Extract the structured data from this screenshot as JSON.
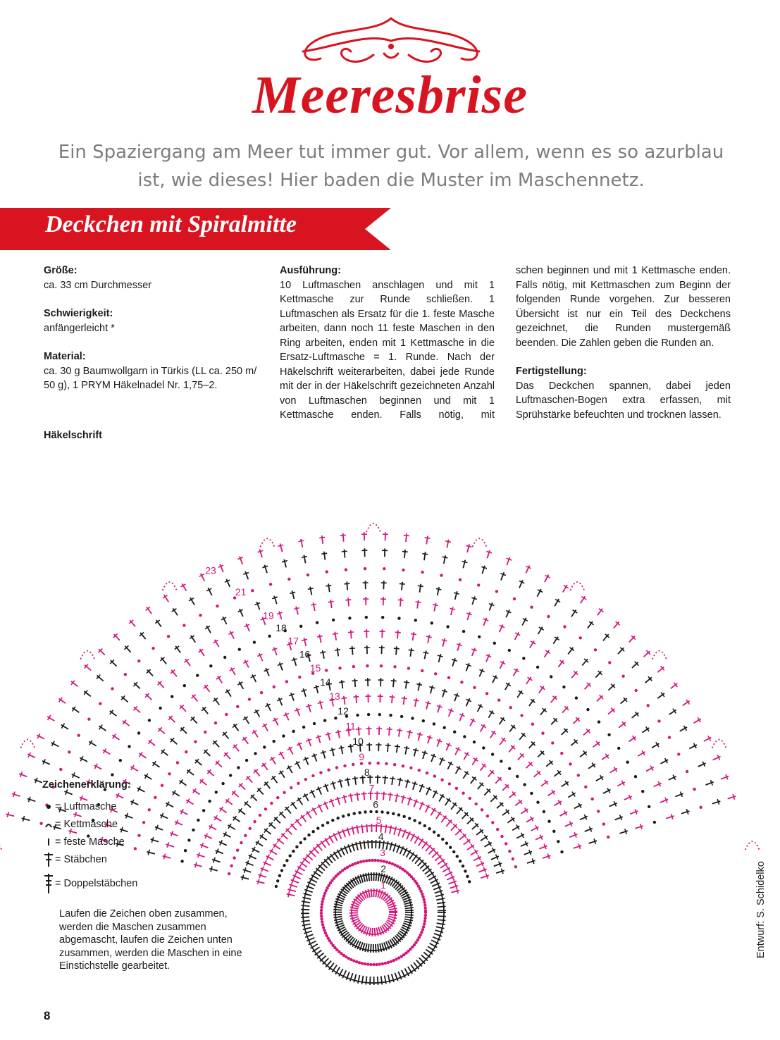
{
  "title": "Meeresbrise",
  "intro": "Ein Spaziergang am Meer tut immer gut. Vor allem, wenn es so azurblau ist, wie dieses! Hier baden die Muster im Maschennetz.",
  "section_title": "Deckchen mit Spiralmitte",
  "details": {
    "size_label": "Größe:",
    "size_value": "ca. 33 cm Durchmesser",
    "difficulty_label": "Schwierigkeit:",
    "difficulty_value": "anfängerleicht *",
    "material_label": "Material:",
    "material_value": "ca. 30 g Baumwollgarn in Türkis (LL ca. 250 m/ 50 g), 1 PRYM Häkelnadel Nr. 1,75–2."
  },
  "instructions": {
    "execution_label": "Ausführung:",
    "execution_text": "10 Luftmaschen anschlagen und mit 1 Kettmasche zur Runde schließen. 1 Luftmaschen als Ersatz für die 1. feste Masche arbeiten, dann noch 11 feste Maschen in den Ring arbeiten, enden mit 1 Kettmasche in die Ersatz-Luftmasche = 1. Runde. Nach der Häkelschrift weiterarbeiten, dabei jede Runde mit der in der Häkelschrift gezeichneten Anzahl von Luftmaschen beginnen und mit 1 Kettmasche enden. Falls nötig, mit Kettmaschen zum Beginn der folgenden Runde vorgehen. Zur besseren Übersicht ist nur ein Teil des Deckchens gezeichnet, die Runden mustergemäß beenden. Die Zahlen geben die Runden an.",
    "finishing_label": "Fertigstellung:",
    "finishing_text": "Das Deckchen spannen, dabei jeden Luftmaschen-Bogen extra erfassen, mit Sprühstärke befeuchten und trocknen lassen."
  },
  "diagram_label": "Häkelschrift",
  "round_numbers": [
    "1",
    "2",
    "3",
    "4",
    "5",
    "6",
    "7",
    "8",
    "9",
    "10",
    "11",
    "12",
    "13",
    "14",
    "15",
    "16",
    "17",
    "18",
    "19",
    "21",
    "23"
  ],
  "legend": {
    "title": "Zeichenerklärung:",
    "items": [
      {
        "icon": "chain-stitch-icon",
        "label": "= Luftmasche"
      },
      {
        "icon": "slip-stitch-icon",
        "label": "= Kettmasche"
      },
      {
        "icon": "single-crochet-icon",
        "label": "= feste Masche"
      },
      {
        "icon": "double-crochet-icon",
        "label": "= Stäbchen"
      },
      {
        "icon": "treble-crochet-icon",
        "label": "= Doppelstäbchen"
      }
    ],
    "note": "Laufen die Zeichen oben zusammen, werden die Maschen zusammen abgemascht, laufen die Zeichen unten zusammen, werden die Maschen in eine Einstichstelle gearbeitet."
  },
  "page_number": "8",
  "credit": "Entwurf: S. Schidelko",
  "colors": {
    "accent": "#d7141f",
    "pink": "#d3167a",
    "black": "#1a1a1a",
    "grey_text": "#7d7d7d"
  }
}
